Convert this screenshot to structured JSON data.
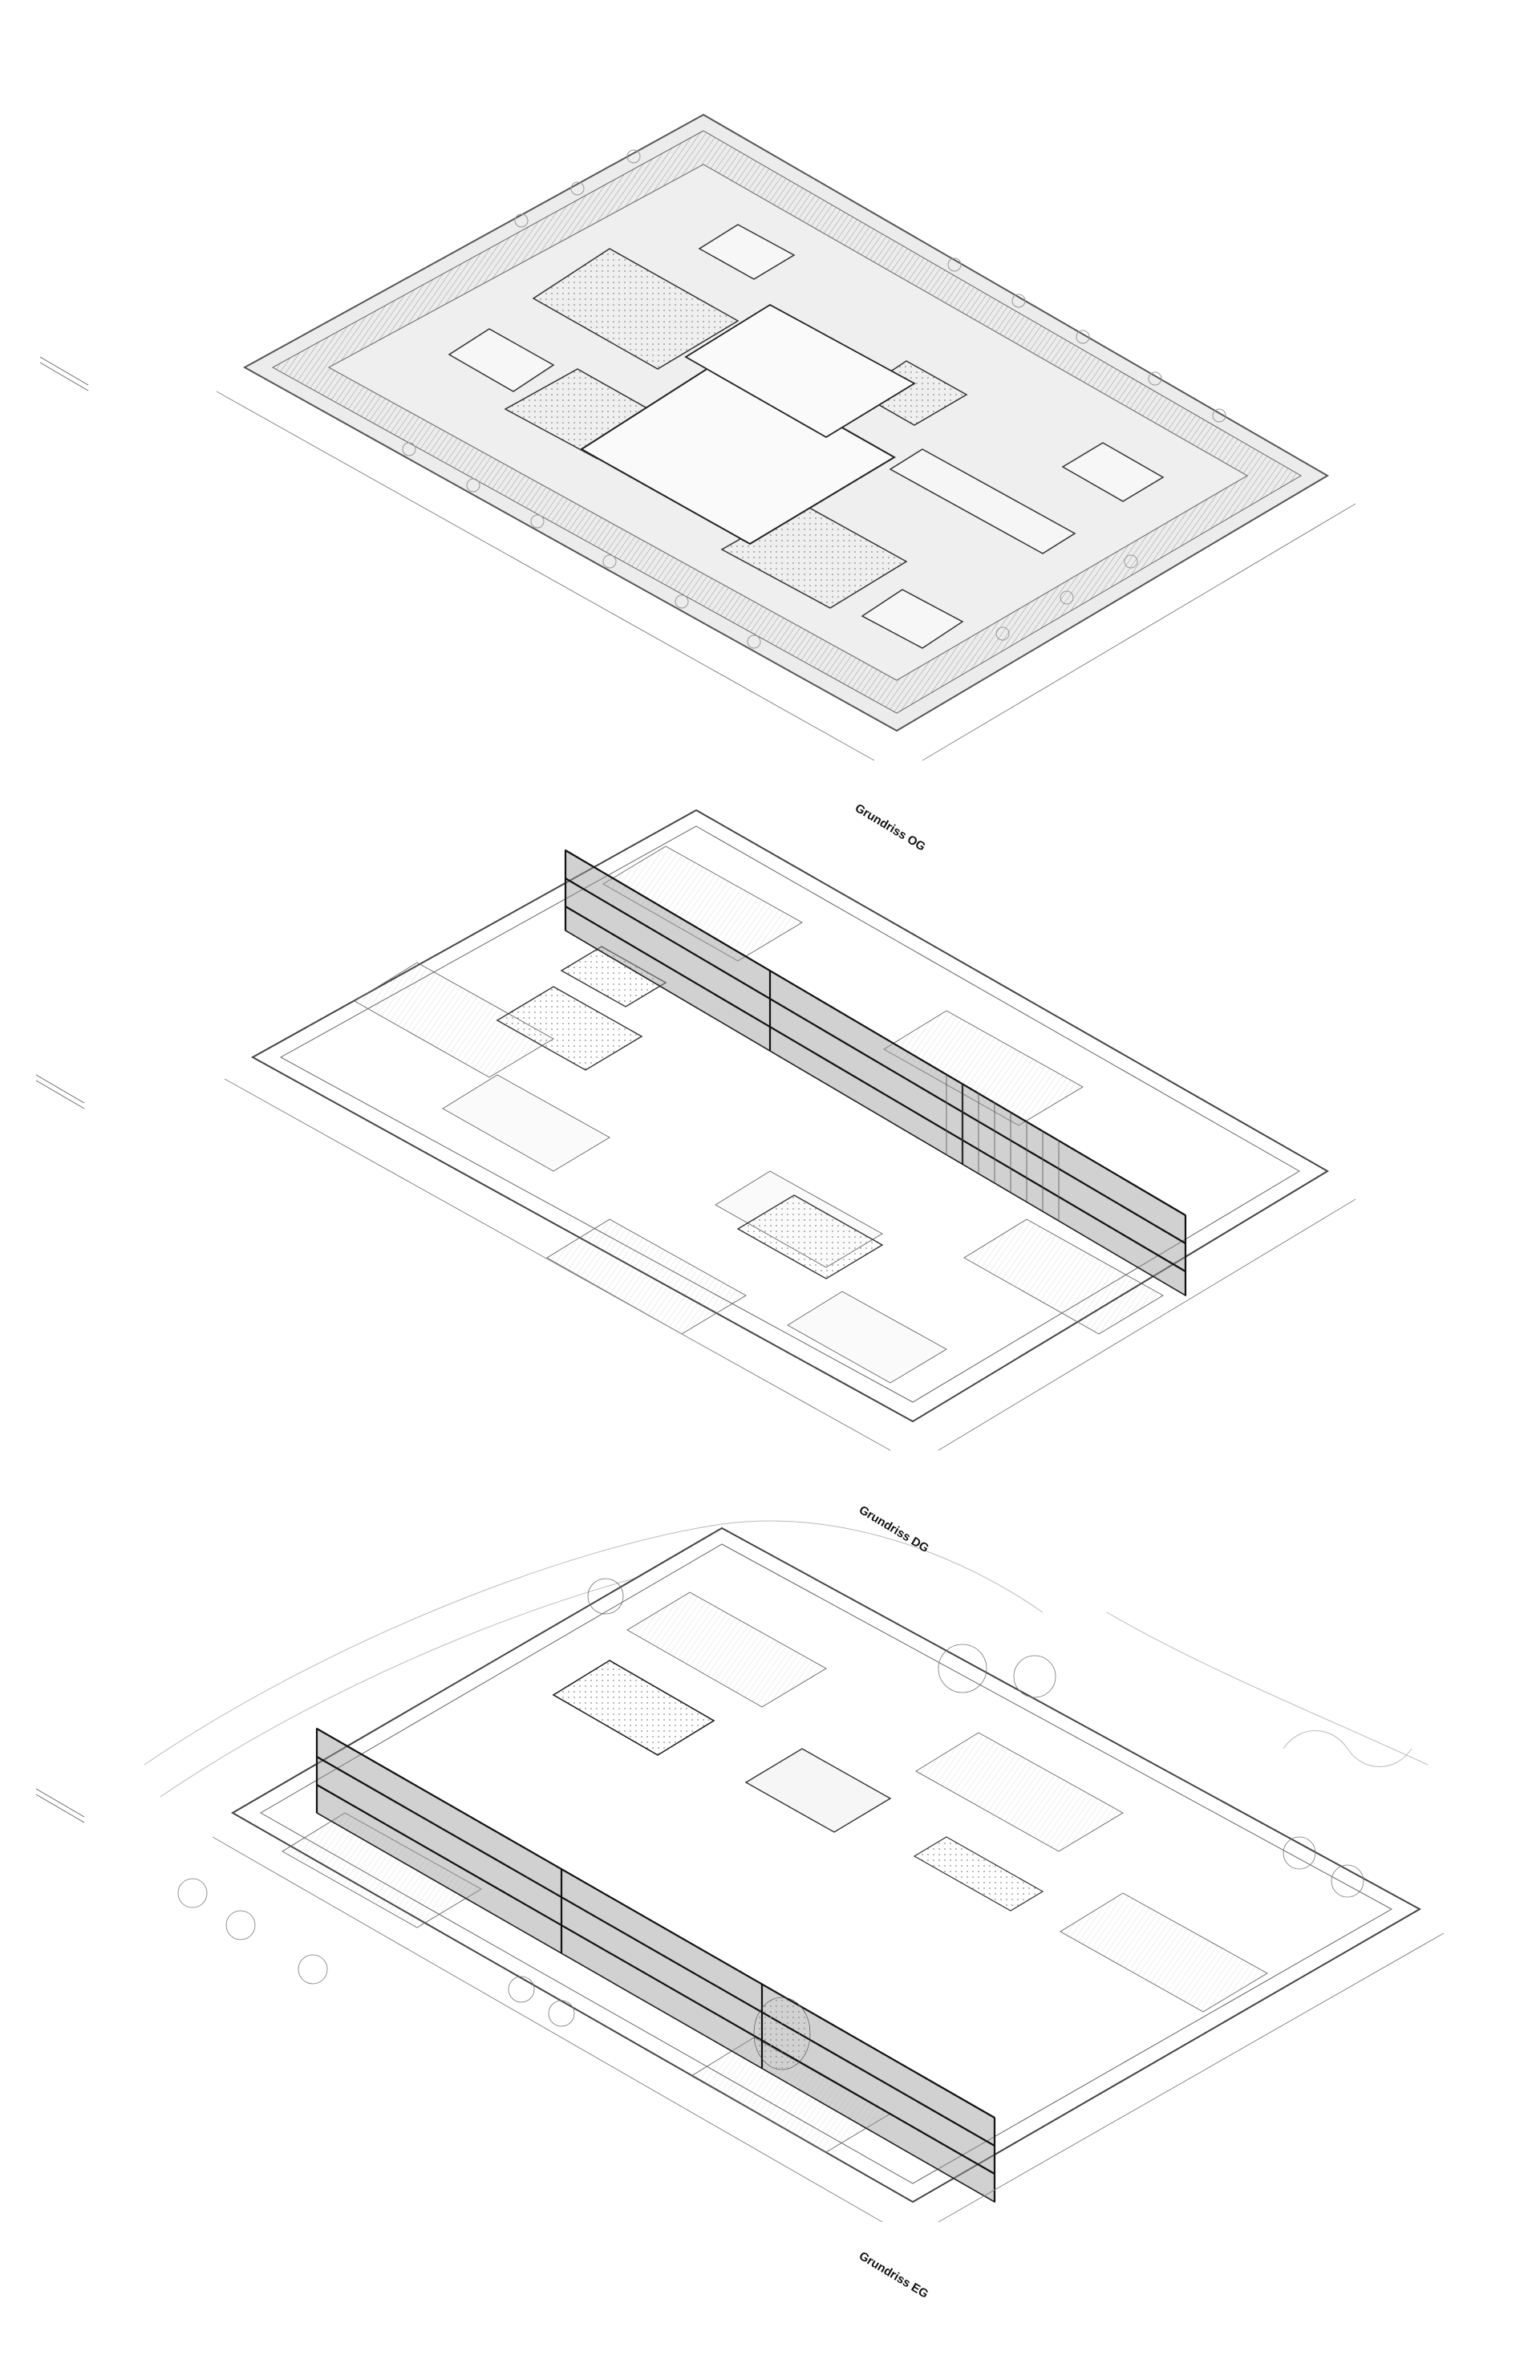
{
  "drawing": {
    "levels": [
      {
        "id": "roof",
        "label": ""
      },
      {
        "id": "og",
        "label": "Grundriss OG"
      },
      {
        "id": "dg",
        "label": "Grundriss DG"
      },
      {
        "id": "eg",
        "label": "Grundriss EG"
      }
    ],
    "colors": {
      "line": "#3a3a3a",
      "roof_fill": "#ececec",
      "section_fill": "#9a9a9a",
      "paper": "#ffffff"
    }
  }
}
